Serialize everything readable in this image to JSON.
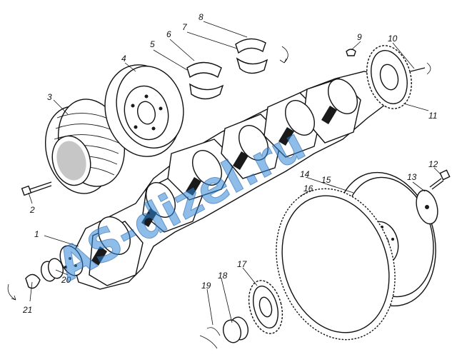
{
  "diagram": {
    "callouts": [
      {
        "id": "c1",
        "text": "1"
      },
      {
        "id": "c2",
        "text": "2"
      },
      {
        "id": "c3",
        "text": "3"
      },
      {
        "id": "c4",
        "text": "4"
      },
      {
        "id": "c5",
        "text": "5"
      },
      {
        "id": "c6",
        "text": "6"
      },
      {
        "id": "c7",
        "text": "7"
      },
      {
        "id": "c8",
        "text": "8"
      },
      {
        "id": "c9",
        "text": "9"
      },
      {
        "id": "c10",
        "text": "10"
      },
      {
        "id": "c11",
        "text": "11"
      },
      {
        "id": "c12",
        "text": "12"
      },
      {
        "id": "c13",
        "text": "13"
      },
      {
        "id": "c14",
        "text": "14"
      },
      {
        "id": "c15",
        "text": "15"
      },
      {
        "id": "c16",
        "text": "16"
      },
      {
        "id": "c17",
        "text": "17"
      },
      {
        "id": "c18",
        "text": "18"
      },
      {
        "id": "c19",
        "text": "19"
      },
      {
        "id": "c20",
        "text": "20"
      },
      {
        "id": "c21",
        "text": "21"
      }
    ],
    "watermark": "AS-dizel.ru"
  }
}
